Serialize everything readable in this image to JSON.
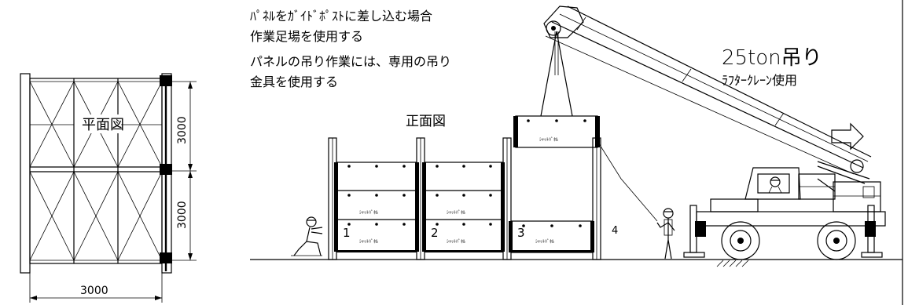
{
  "notes": {
    "line1": "ﾊﾟﾈﾙをｶﾞｲﾄﾞﾎﾟｽﾄに差し込む場合",
    "line2": "作業足場を使用する",
    "line3": "パネルの吊り作業には、専用の吊り",
    "line4": "金具を使用する"
  },
  "crane": {
    "title": "25ton吊り",
    "subtitle": "ﾗﾌﾀｰｸﾚｰﾝ使用"
  },
  "plan": {
    "label": "平面図",
    "dim_width": "3000",
    "dim_upper": "3000",
    "dim_lower": "3000"
  },
  "front": {
    "label": "正面図",
    "panel_label": "ｼｬｯﾄﾊﾟﾈﾙ",
    "positions": [
      "1",
      "2",
      "3",
      "4"
    ]
  },
  "colors": {
    "line": "#000000",
    "background": "#ffffff"
  },
  "icons": {
    "direction_arrow": "right-arrow-outline-icon"
  }
}
